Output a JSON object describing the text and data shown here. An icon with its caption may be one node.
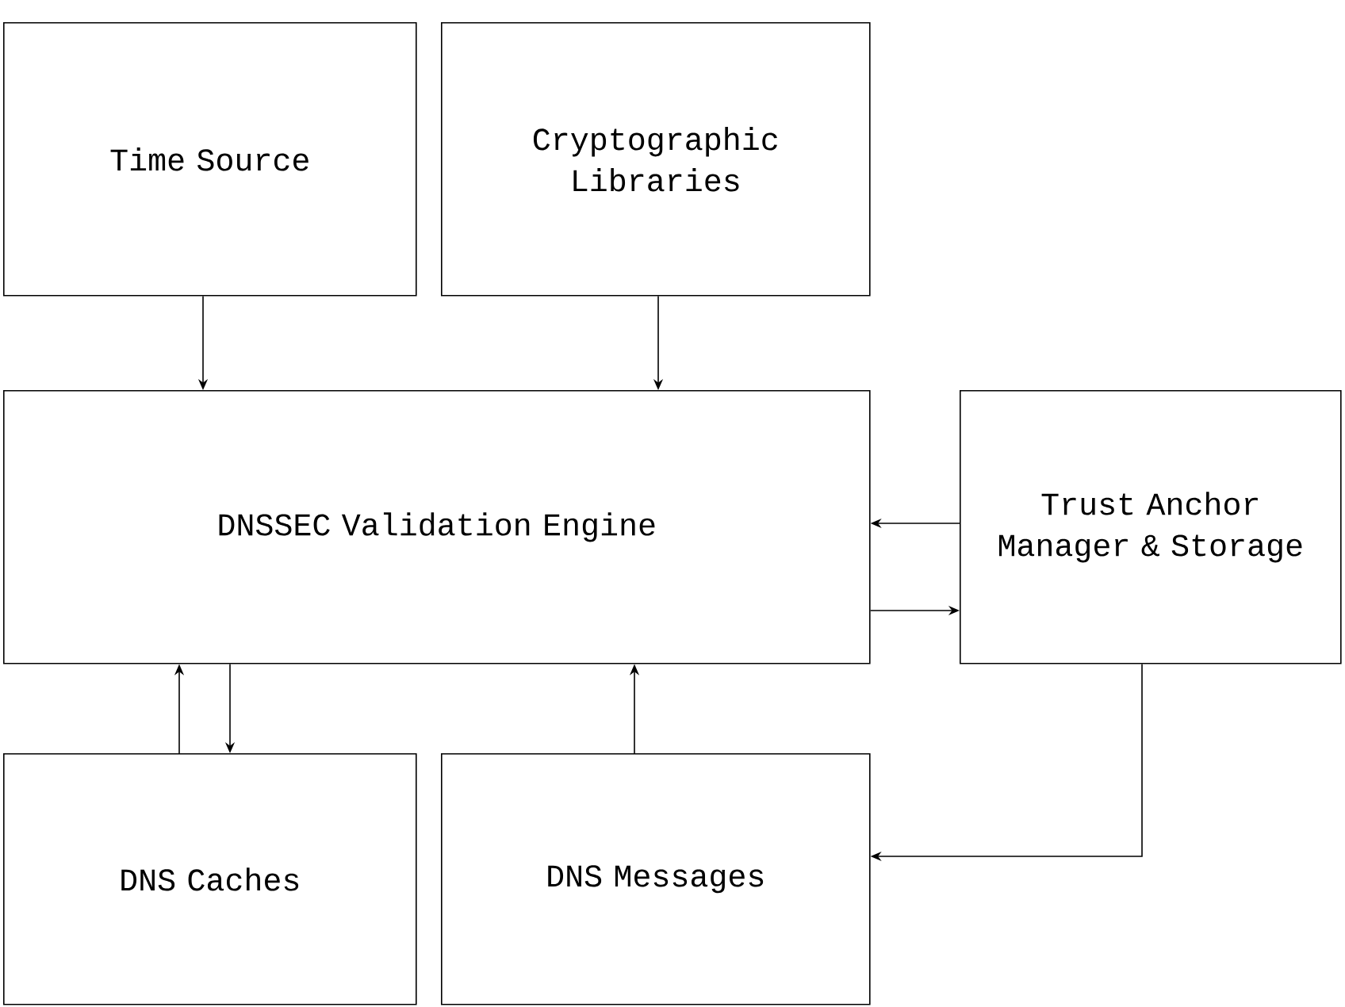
{
  "diagram": {
    "nodes": [
      {
        "text": [
          "Time Source"
        ]
      },
      {
        "text": [
          "Cryptographic Libraries"
        ]
      },
      {
        "text": [
          "DNSSEC Validation Engine"
        ]
      },
      {
        "text": [
          "Trust Anchor Manager & Storage"
        ]
      },
      {
        "text": [
          "DNS Caches"
        ]
      },
      {
        "text": [
          "DNS Messages"
        ]
      }
    ],
    "edges": [
      {
        "from": 0,
        "to": 2,
        "arrow": "to"
      },
      {
        "from": 1,
        "to": 2,
        "arrow": "to"
      },
      {
        "from": 3,
        "to": 2,
        "arrow": "to"
      },
      {
        "from": 2,
        "to": 3,
        "arrow": "to"
      },
      {
        "from": 4,
        "to": 2,
        "arrow": "to"
      },
      {
        "from": 2,
        "to": 4,
        "arrow": "to"
      },
      {
        "from": 5,
        "to": 2,
        "arrow": "to"
      },
      {
        "from": 3,
        "to": 5,
        "arrow": "to"
      }
    ]
  }
}
